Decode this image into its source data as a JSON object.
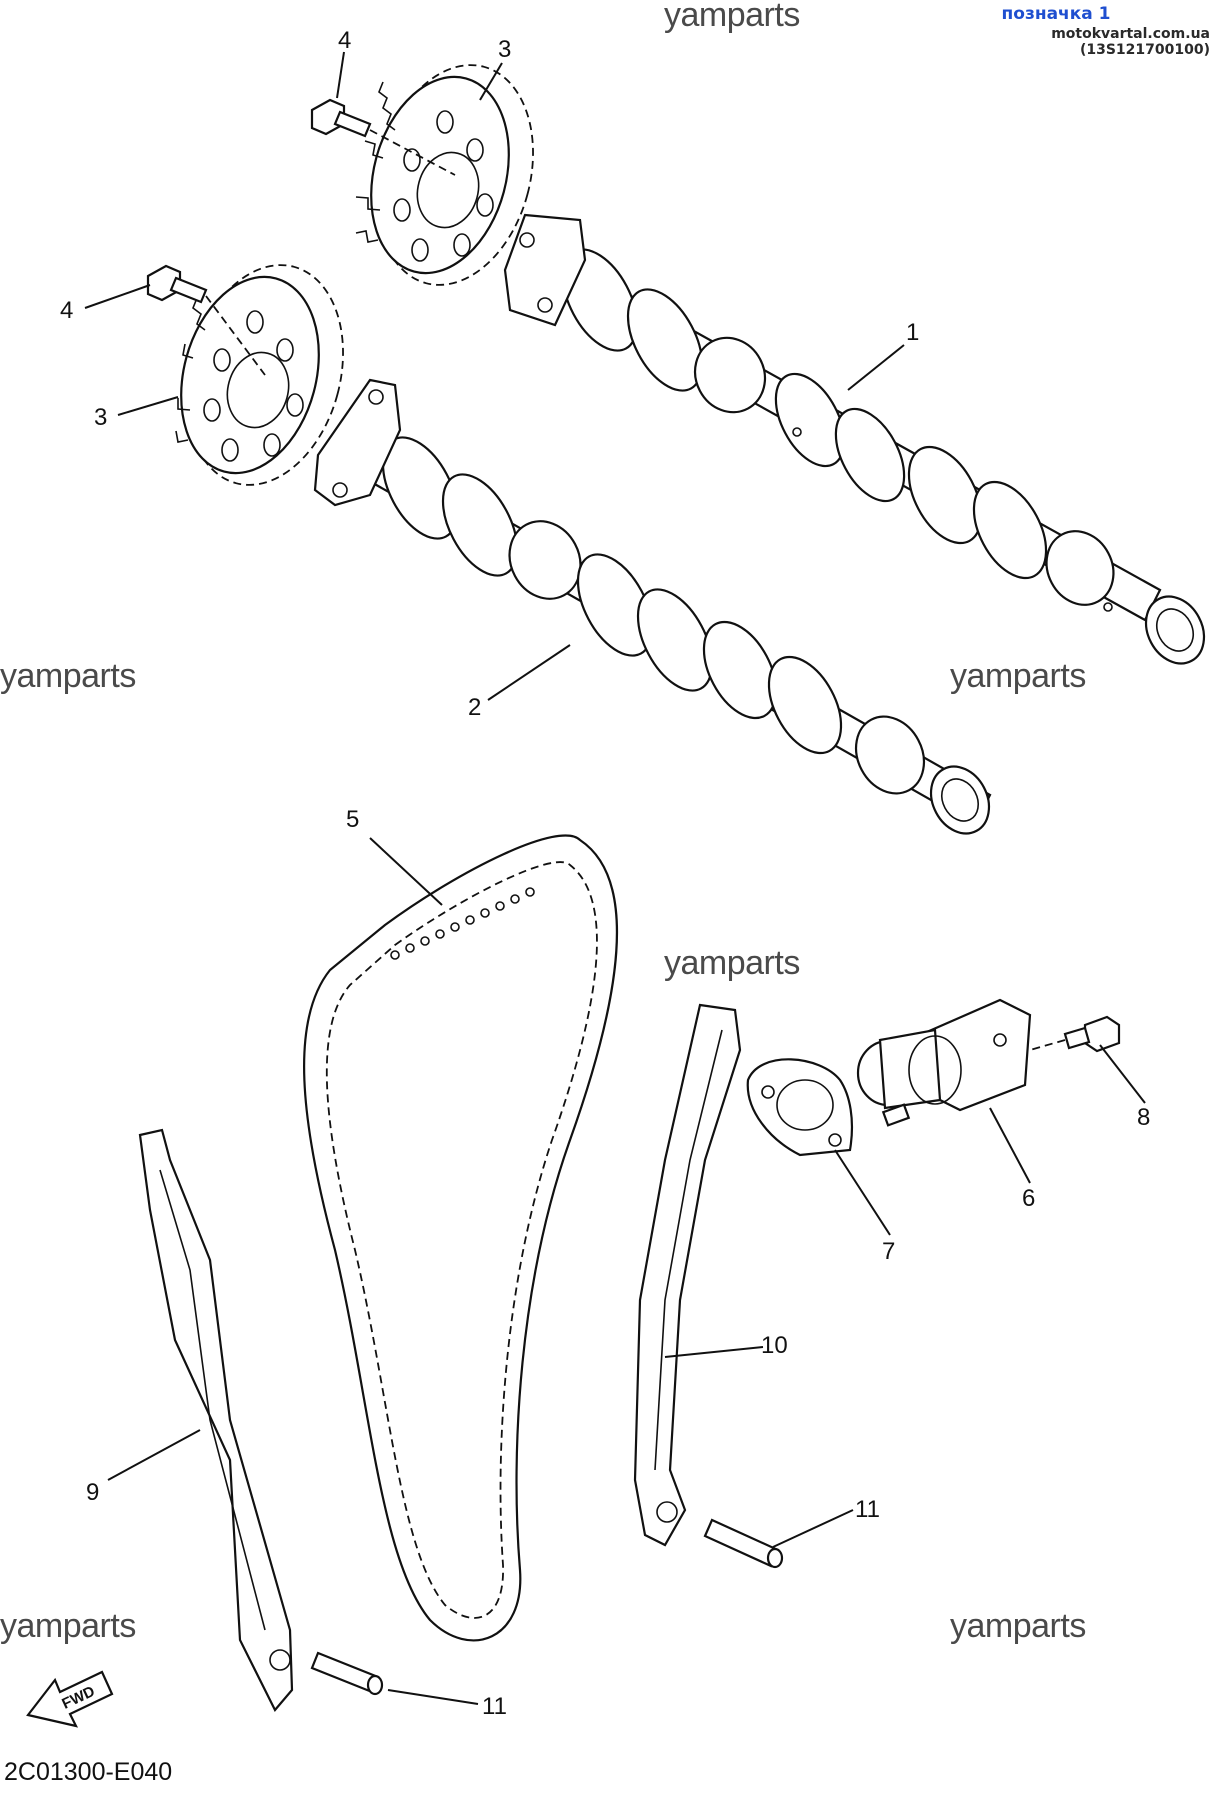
{
  "header": {
    "tag": "позначка 1",
    "source": "motokvartal.com.ua (13S121700100)"
  },
  "watermarks": [
    "yamparts",
    "yamparts",
    "yamparts",
    "yamparts",
    "yamparts",
    "yamparts"
  ],
  "fwd_label": "FWD",
  "diagram_code": "2C01300-E040",
  "callouts": [
    "1",
    "2",
    "3",
    "3",
    "4",
    "4",
    "5",
    "6",
    "7",
    "8",
    "9",
    "10",
    "11",
    "11"
  ]
}
